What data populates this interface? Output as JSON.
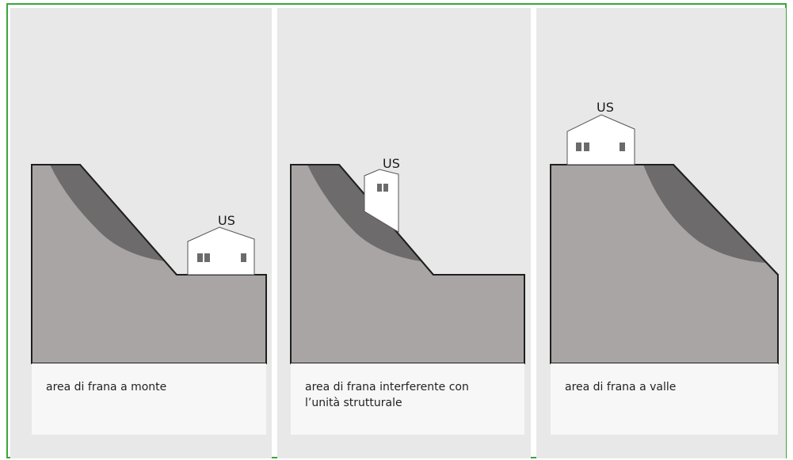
{
  "colors": {
    "frame_border": "#3aa63a",
    "panel_bg": "#e8e8e8",
    "ground_fill": "#a9a5a5",
    "landslide_fill": "#6e6b6c",
    "outline": "#1f1f1f",
    "house_fill": "#ffffff",
    "window_fill": "#6b6b6b",
    "caption_bg": "#f7f7f7"
  },
  "panels": [
    {
      "house_label": "US",
      "caption_lines": [
        "area di frana a monte"
      ]
    },
    {
      "house_label": "US",
      "caption_lines": [
        "area di frana interferente con",
        "l’unità strutturale"
      ]
    },
    {
      "house_label": "US",
      "caption_lines": [
        "area di frana a valle"
      ]
    }
  ]
}
